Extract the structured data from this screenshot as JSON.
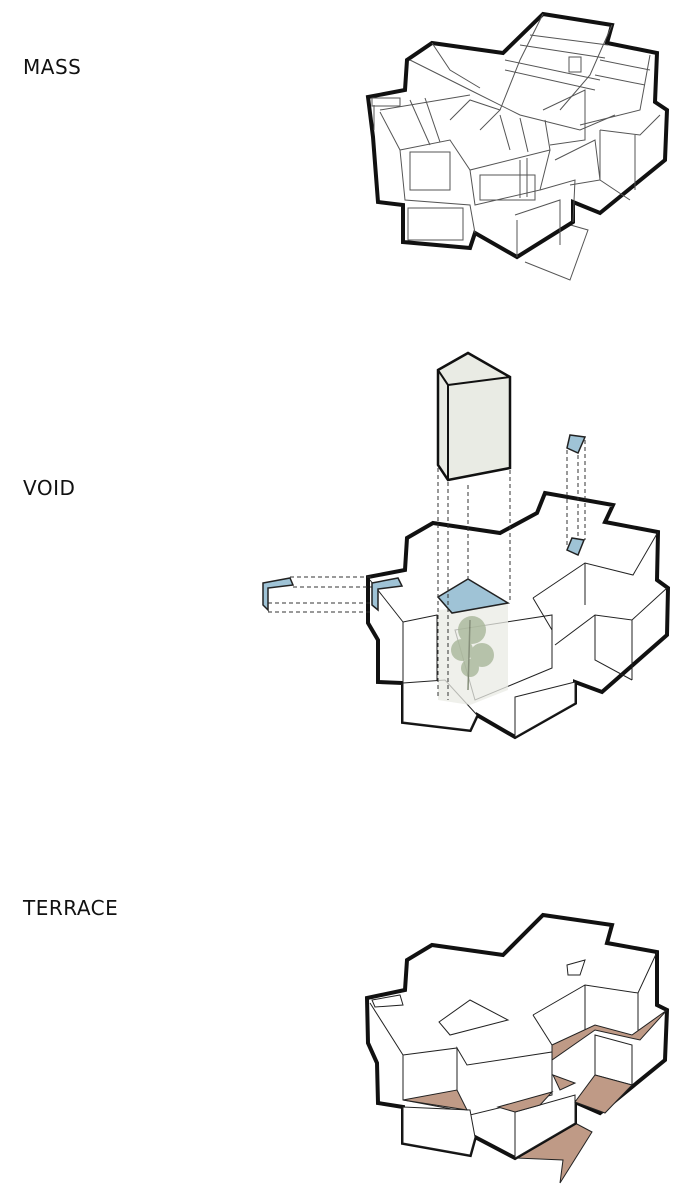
{
  "labels": {
    "mass": "MASS",
    "void": "VOID",
    "terrace": "TERRACE"
  },
  "colors": {
    "outline": "#111111",
    "skylight": "#9fc3d6",
    "terrace": "#bf9a86",
    "void_volume": "#e9ebe4"
  }
}
